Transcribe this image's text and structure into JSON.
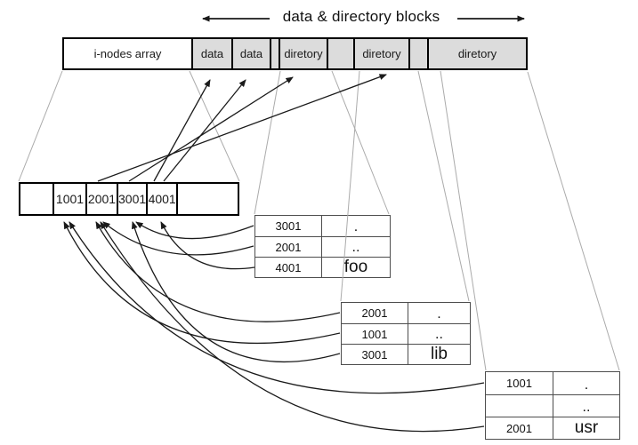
{
  "header": {
    "title": "data & directory blocks"
  },
  "top_array": {
    "cells": [
      {
        "label": "i-nodes array",
        "type": "inodes"
      },
      {
        "label": "data",
        "type": "data-block"
      },
      {
        "label": "data",
        "type": "data-block"
      },
      {
        "label": "",
        "type": "spacer-block"
      },
      {
        "label": "diretory",
        "type": "directory-block"
      },
      {
        "label": "",
        "type": "spacer-block"
      },
      {
        "label": "diretory",
        "type": "directory-block"
      },
      {
        "label": "",
        "type": "spacer-block"
      },
      {
        "label": "diretory",
        "type": "directory-block"
      }
    ]
  },
  "inode_array": {
    "cells": [
      "",
      "1001",
      "2001",
      "3001",
      "4001",
      ""
    ]
  },
  "tables": {
    "foo": {
      "rows": [
        {
          "inode": "3001",
          "name": "."
        },
        {
          "inode": "2001",
          "name": ".."
        },
        {
          "inode": "4001",
          "name": "foo"
        }
      ]
    },
    "lib": {
      "rows": [
        {
          "inode": "2001",
          "name": "."
        },
        {
          "inode": "1001",
          "name": ".."
        },
        {
          "inode": "3001",
          "name": "lib"
        }
      ]
    },
    "usr": {
      "rows": [
        {
          "inode": "1001",
          "name": "."
        },
        {
          "inode": "",
          "name": ".."
        },
        {
          "inode": "2001",
          "name": "usr"
        }
      ]
    }
  },
  "connections": {
    "inode_to_block": [
      "2001 -> diretory block 2",
      "3001 -> diretory block 1",
      "4001 -> data block 1",
      "4001 -> data block 2"
    ],
    "entry_to_inode": [
      "foo-table 3001 -> inode 3001",
      "foo-table 2001 -> inode 2001",
      "foo-table 4001 -> inode 4001",
      "lib-table 2001 -> inode 2001",
      "lib-table 1001 -> inode 1001",
      "lib-table 3001 -> inode 3001",
      "usr-table 1001 -> inode 1001",
      "usr-table 2001 -> inode 2001"
    ]
  },
  "colors": {
    "block_fill": "#dcdcdc",
    "block_border": "#000000",
    "guide_line": "#ababab",
    "arrow": "#1a1a1a",
    "table_border": "#4d4d4d",
    "background": "#ffffff"
  }
}
